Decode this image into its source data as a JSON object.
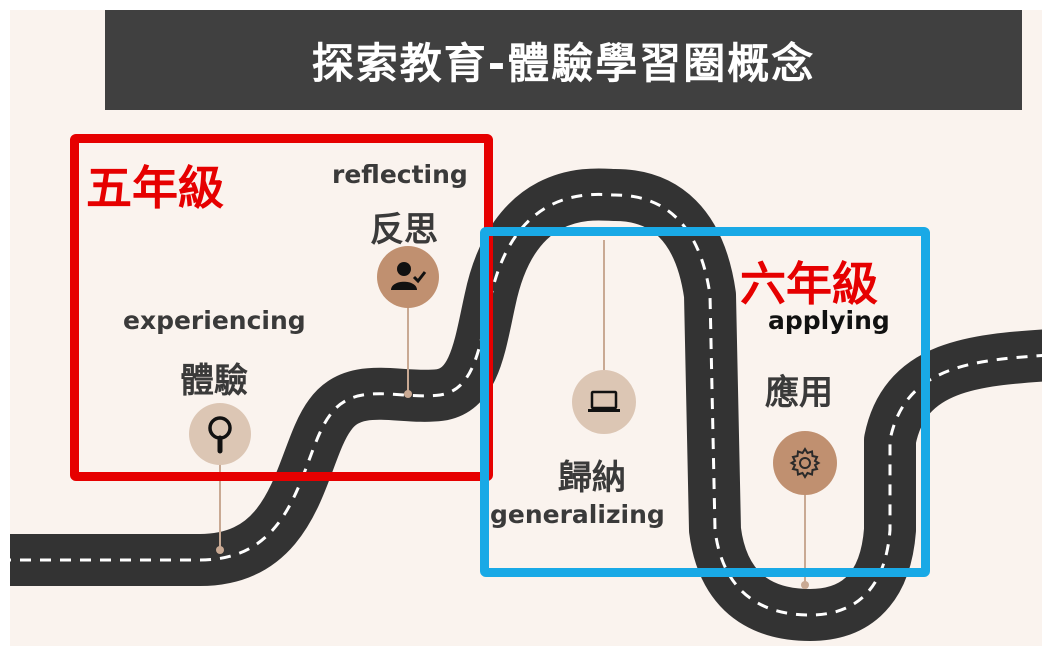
{
  "title": "探索教育-體驗學習圈概念",
  "grades": {
    "grade5": "五年級",
    "grade6": "六年級"
  },
  "stages": [
    {
      "en": "experiencing",
      "zh": "體驗",
      "icon": "magnifier-icon"
    },
    {
      "en": "reflecting",
      "zh": "反思",
      "icon": "person-check-icon"
    },
    {
      "en": "generalizing",
      "zh": "歸納",
      "icon": "laptop-icon"
    },
    {
      "en": "applying",
      "zh": "應用",
      "icon": "gear-icon"
    }
  ],
  "colors": {
    "title_bg": "#404040",
    "background": "#faf3ee",
    "road": "#333333",
    "road_dash": "#ffffff",
    "grade5_box": "#e60000",
    "grade6_box": "#19a9e6",
    "grade_text": "#e60000",
    "icon_light": "#dcc6b4",
    "icon_dark": "#c09070",
    "pin": "#c9a993"
  }
}
